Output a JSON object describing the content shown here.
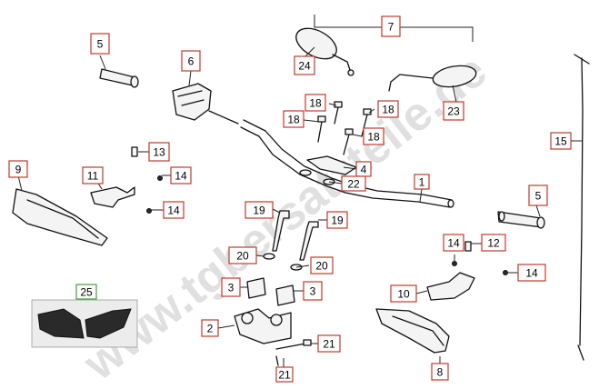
{
  "watermark": "www.tgbersatzteile.de",
  "colors": {
    "label_border": "#c0392b",
    "label_border_highlight": "#3aa33a",
    "line": "#111111",
    "watermark": "#c8c8c8"
  },
  "callouts": [
    {
      "id": "c1",
      "text": "1"
    },
    {
      "id": "c2",
      "text": "2"
    },
    {
      "id": "c3a",
      "text": "3"
    },
    {
      "id": "c3b",
      "text": "3"
    },
    {
      "id": "c4",
      "text": "4"
    },
    {
      "id": "c5a",
      "text": "5"
    },
    {
      "id": "c5b",
      "text": "5"
    },
    {
      "id": "c6",
      "text": "6"
    },
    {
      "id": "c7",
      "text": "7"
    },
    {
      "id": "c8",
      "text": "8"
    },
    {
      "id": "c9",
      "text": "9"
    },
    {
      "id": "c10",
      "text": "10"
    },
    {
      "id": "c11",
      "text": "11"
    },
    {
      "id": "c12",
      "text": "12"
    },
    {
      "id": "c13",
      "text": "13"
    },
    {
      "id": "c14a",
      "text": "14"
    },
    {
      "id": "c14b",
      "text": "14"
    },
    {
      "id": "c14c",
      "text": "14"
    },
    {
      "id": "c14d",
      "text": "14"
    },
    {
      "id": "c15",
      "text": "15"
    },
    {
      "id": "c18a",
      "text": "18"
    },
    {
      "id": "c18b",
      "text": "18"
    },
    {
      "id": "c18c",
      "text": "18"
    },
    {
      "id": "c18d",
      "text": "18"
    },
    {
      "id": "c19a",
      "text": "19"
    },
    {
      "id": "c19b",
      "text": "19"
    },
    {
      "id": "c20a",
      "text": "20"
    },
    {
      "id": "c20b",
      "text": "20"
    },
    {
      "id": "c21a",
      "text": "21"
    },
    {
      "id": "c21b",
      "text": "21"
    },
    {
      "id": "c22",
      "text": "22"
    },
    {
      "id": "c23",
      "text": "23"
    },
    {
      "id": "c24",
      "text": "24"
    },
    {
      "id": "c25",
      "text": "25",
      "highlight": true
    }
  ]
}
